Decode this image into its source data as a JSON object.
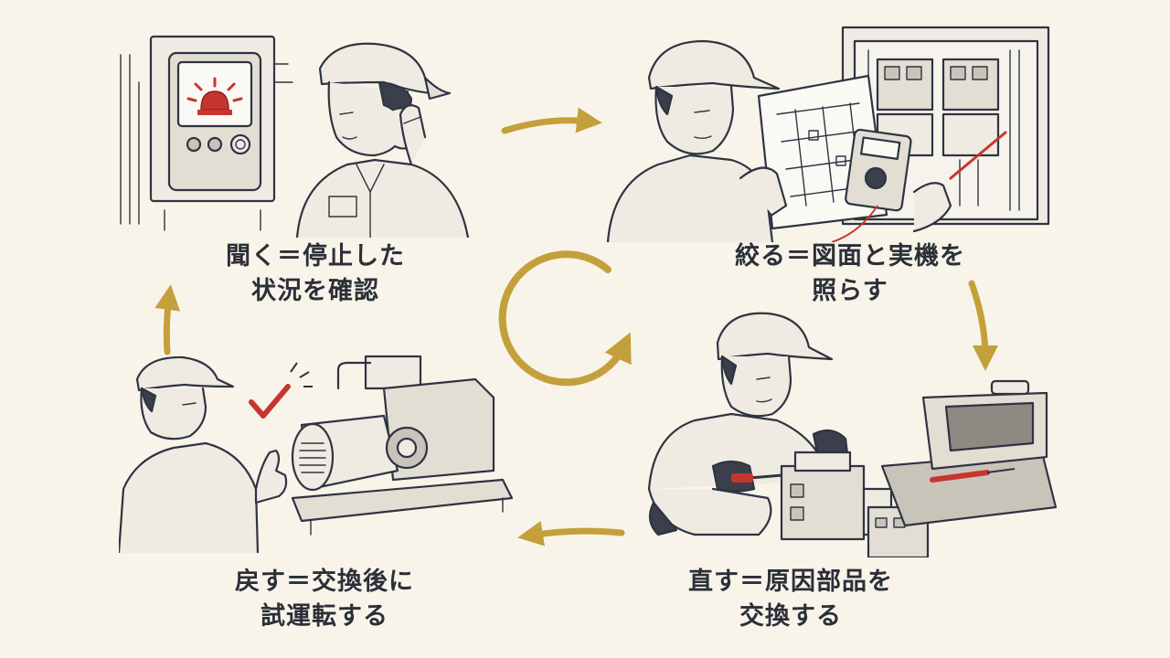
{
  "steps": [
    {
      "id": "listen",
      "line1": "聞く＝停止した",
      "line2": "状況を確認"
    },
    {
      "id": "narrow",
      "line1": "絞る＝図面と実機を",
      "line2": "照らす"
    },
    {
      "id": "fix",
      "line1": "直す＝原因部品を",
      "line2": "交換する"
    },
    {
      "id": "restore",
      "line1": "戻す＝交換後に",
      "line2": "試運転する"
    }
  ],
  "colors": {
    "background": "#f8f4e9",
    "arrow": "#c4a03c",
    "alert": "#c8352e",
    "ink": "#2e3442"
  },
  "icons": [
    "alarm-light-icon",
    "check-mark-icon",
    "cycle-arrow-icon",
    "toolbox-icon",
    "multimeter-icon"
  ]
}
